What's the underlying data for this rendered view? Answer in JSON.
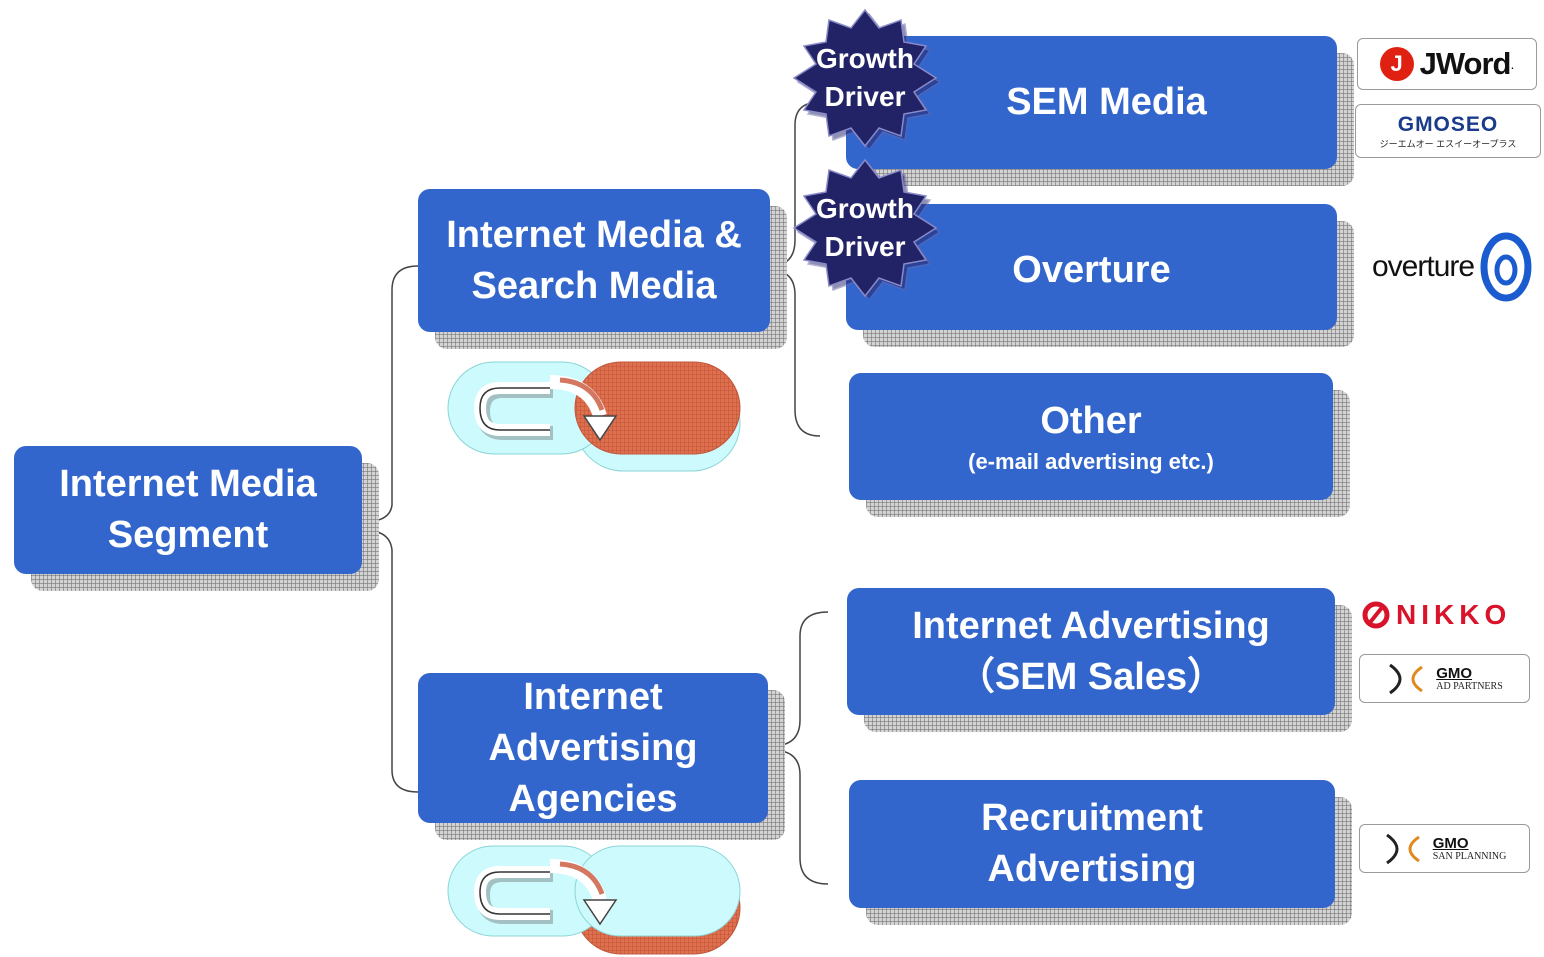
{
  "root": {
    "line1": "Internet Media",
    "line2": "Segment"
  },
  "branches": {
    "media": {
      "line1": "Internet Media &",
      "line2": "Search Media"
    },
    "agencies": {
      "line1": "Internet",
      "line2": "Advertising",
      "line3": "Agencies"
    }
  },
  "leaves": {
    "sem": {
      "title": "SEM Media"
    },
    "overture": {
      "title": "Overture"
    },
    "other": {
      "title": "Other",
      "subtitle": "(e-mail advertising etc.)"
    },
    "ad_sales": {
      "line1": "Internet Advertising",
      "line2": "（SEM Sales）"
    },
    "recruit": {
      "line1": "Recruitment",
      "line2": "Advertising"
    }
  },
  "badges": [
    {
      "line1": "Growth",
      "line2": "Driver"
    },
    {
      "line1": "Growth",
      "line2": "Driver"
    }
  ],
  "logos": {
    "jword": {
      "mark": "J",
      "text": "JWord",
      "reg": "."
    },
    "gmoseo": {
      "text": "GMOSEO",
      "sub": "ジーエムオー エスイーオープラス"
    },
    "overture": {
      "text": "overture"
    },
    "nikko": {
      "text": "NIKKO"
    },
    "gmo_ad": {
      "main": "GMO",
      "sub": "AD PARTNERS"
    },
    "gmo_san": {
      "main": "GMO",
      "sub": "SAN PLANNING"
    }
  },
  "colors": {
    "box": "#3366cc",
    "badge": "#222266",
    "accent_red": "#d35c3a",
    "pill_cyan": "#cdfbfd"
  }
}
